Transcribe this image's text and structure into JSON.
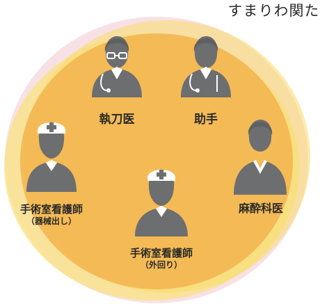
{
  "roles": [
    {
      "id": "surgeon",
      "label": "執刀医",
      "icon": "doctor-with-glasses-icon"
    },
    {
      "id": "assistant",
      "label": "助手",
      "icon": "doctor-icon"
    },
    {
      "id": "scrub-nurse",
      "label": "手術室看護師",
      "sublabel": "（器械出し）",
      "icon": "nurse-icon"
    },
    {
      "id": "anesthesiologist",
      "label": "麻酔科医",
      "icon": "anesthesiologist-icon"
    },
    {
      "id": "circulating-nurse",
      "label": "手術室看護師",
      "sublabel": "（外回り）",
      "icon": "nurse-icon"
    }
  ],
  "side_text": "た\n関\nわ\nり\nま\nす",
  "colors": {
    "core": "#f3b44e",
    "ring_yellow": "#f9e27a",
    "ring_pink": "#f6d7dc",
    "icon": "#6d6e70"
  }
}
